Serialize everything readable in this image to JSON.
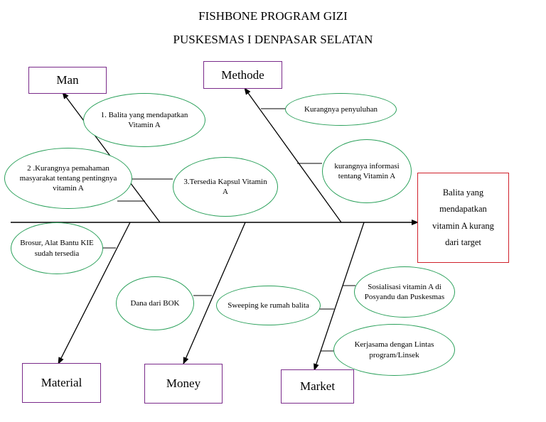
{
  "title_line1": "FISHBONE PROGRAM GIZI",
  "title_line2": "PUSKESMAS I DENPASAR SELATAN",
  "effect": "Balita yang mendapatkan vitamin A kurang dari target",
  "categories": {
    "man": "Man",
    "methode": "Methode",
    "material": "Material",
    "money": "Money",
    "market": "Market"
  },
  "causes": {
    "man_1": "1. Balita yang mendapatkan Vitamin A",
    "man_2": "2 .Kurangnya pemahaman masyarakat tentang pentingnya vitamin A",
    "man_3": "3.Tersedia Kapsul Vitamin A",
    "methode_1": "Kurangnya penyuluhan",
    "methode_2": "kurangnya informasi tentang Vitamin A",
    "material_1": "Brosur, Alat Bantu KIE sudah tersedia",
    "money_1": "Dana dari BOK",
    "money_2": "Sweeping ke rumah balita",
    "market_1": "Sosialisasi vitamin A di Posyandu dan Puskesmas",
    "market_2": "Kerjasama dengan Lintas program/Linsek"
  },
  "colors": {
    "category_border": "#7a2a8a",
    "cause_border": "#2aa05a",
    "effect_border": "#d0202a",
    "line": "#000000"
  }
}
